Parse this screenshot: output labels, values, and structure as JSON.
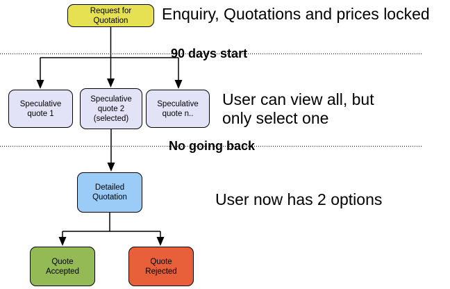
{
  "colors": {
    "yellow": "#e6e152",
    "lavender": "#e3e3f8",
    "blue": "#9bccf7",
    "green": "#94ba56",
    "orange": "#e8603a",
    "line": "#000000"
  },
  "nodes": {
    "request": {
      "label": "Request for\nQuotation"
    },
    "spec1": {
      "label": "Speculative\nquote 1"
    },
    "spec2": {
      "label": "Speculative\nquote 2\n(selected)"
    },
    "spec3": {
      "label": "Speculative\nquote n.."
    },
    "detailed": {
      "label": "Detailed\nQuotation"
    },
    "accepted": {
      "label": "Quote\nAccepted"
    },
    "rejected": {
      "label": "Quote\nRejected"
    }
  },
  "annotations": {
    "top": "Enquiry, Quotations and prices locked",
    "middle": "User can view all, but\nonly select one",
    "bottom": "User now has 2 options"
  },
  "dividers": {
    "first_label": "90 days start",
    "second_label": "No going back"
  }
}
